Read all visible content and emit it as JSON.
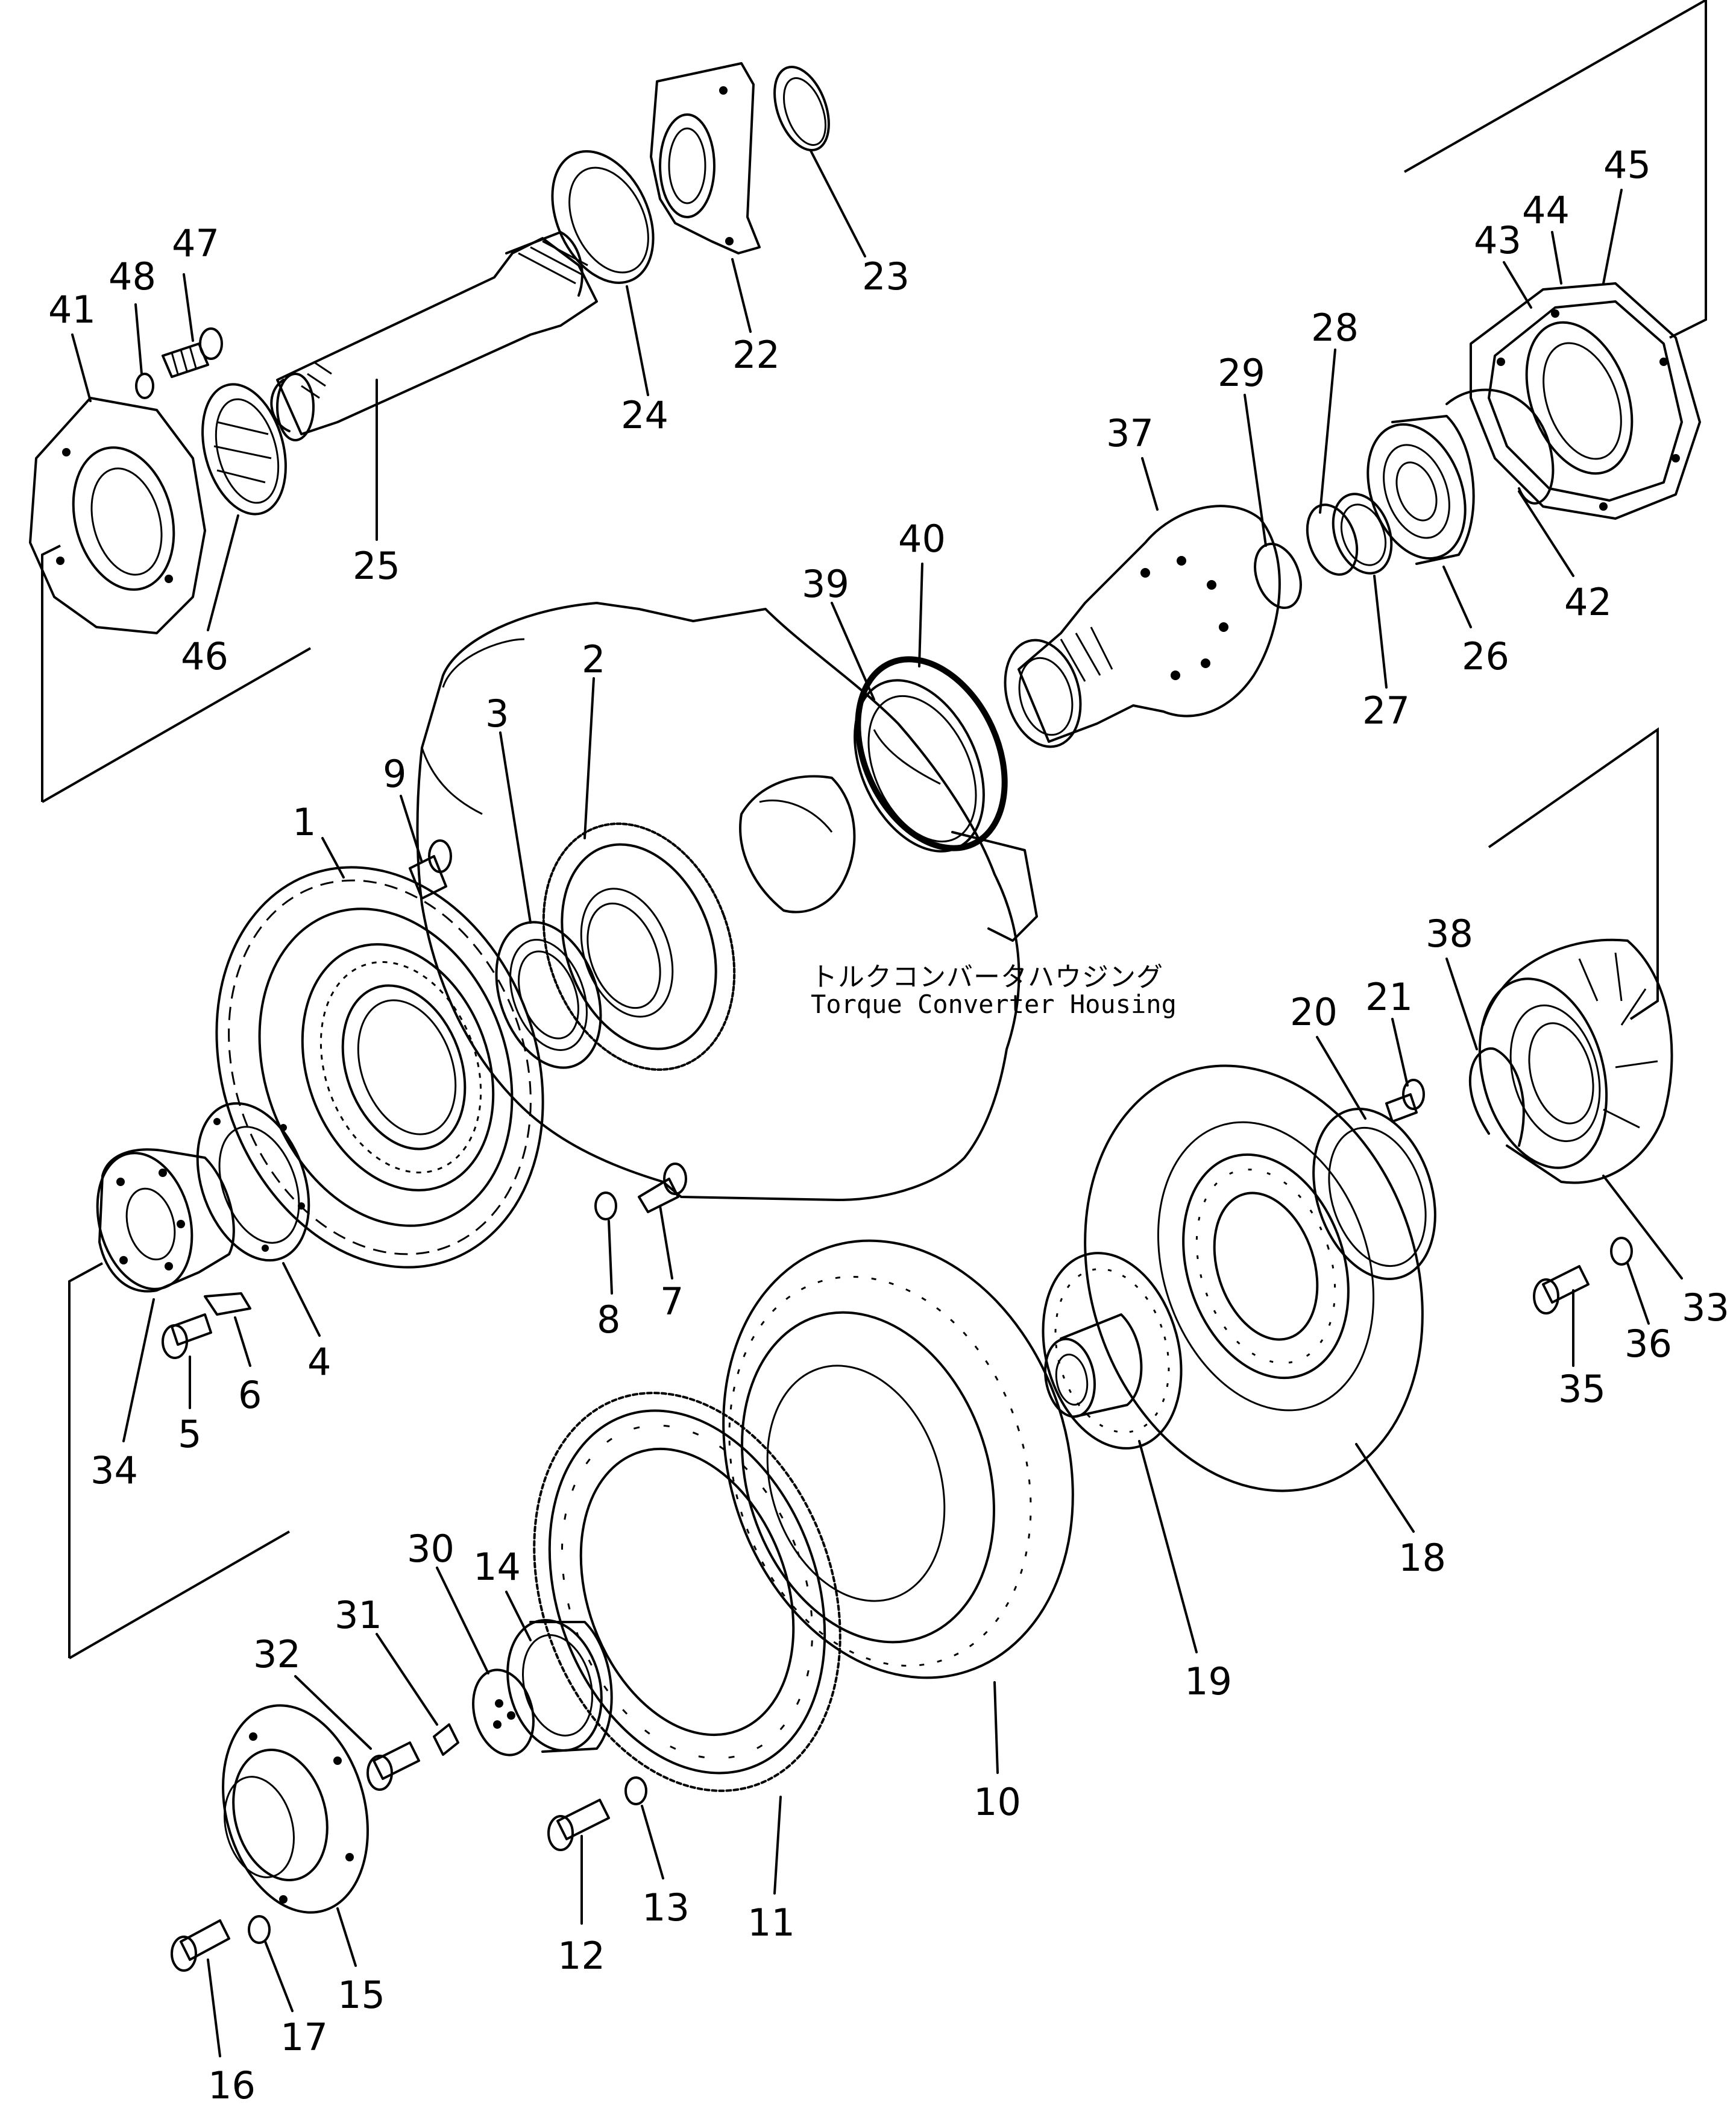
{
  "housing": {
    "caption_jp": "トルクコンバータハウジング",
    "caption_en": "Torque Converter Housing"
  },
  "callouts": [
    {
      "num": "1"
    },
    {
      "num": "2"
    },
    {
      "num": "3"
    },
    {
      "num": "4"
    },
    {
      "num": "5"
    },
    {
      "num": "6"
    },
    {
      "num": "7"
    },
    {
      "num": "8"
    },
    {
      "num": "9"
    },
    {
      "num": "10"
    },
    {
      "num": "11"
    },
    {
      "num": "12"
    },
    {
      "num": "13"
    },
    {
      "num": "14"
    },
    {
      "num": "15"
    },
    {
      "num": "16"
    },
    {
      "num": "17"
    },
    {
      "num": "18"
    },
    {
      "num": "19"
    },
    {
      "num": "20"
    },
    {
      "num": "21"
    },
    {
      "num": "22"
    },
    {
      "num": "23"
    },
    {
      "num": "24"
    },
    {
      "num": "25"
    },
    {
      "num": "26"
    },
    {
      "num": "27"
    },
    {
      "num": "28"
    },
    {
      "num": "29"
    },
    {
      "num": "30"
    },
    {
      "num": "31"
    },
    {
      "num": "32"
    },
    {
      "num": "33"
    },
    {
      "num": "34"
    },
    {
      "num": "35"
    },
    {
      "num": "36"
    },
    {
      "num": "37"
    },
    {
      "num": "38"
    },
    {
      "num": "39"
    },
    {
      "num": "40"
    },
    {
      "num": "41"
    },
    {
      "num": "42"
    },
    {
      "num": "43"
    },
    {
      "num": "44"
    },
    {
      "num": "45"
    },
    {
      "num": "46"
    },
    {
      "num": "47"
    },
    {
      "num": "48"
    }
  ]
}
